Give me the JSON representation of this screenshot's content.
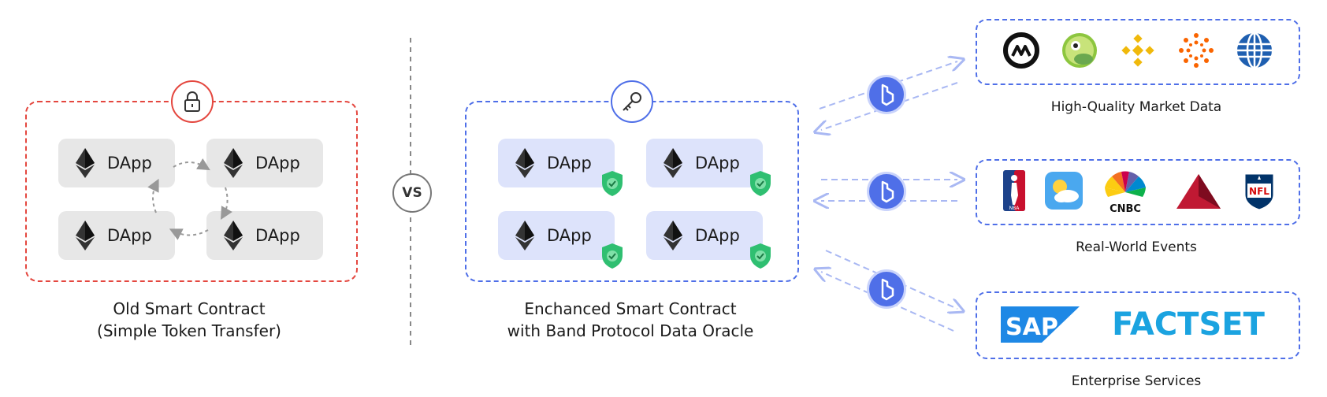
{
  "left_panel": {
    "dapps": [
      "DApp",
      "DApp",
      "DApp",
      "DApp"
    ],
    "caption_line1": "Old Smart Contract",
    "caption_line2": "(Simple Token Transfer)",
    "badge_icon": "padlock-icon"
  },
  "divider": {
    "vs_label": "VS"
  },
  "center_panel": {
    "dapps": [
      "DApp",
      "DApp",
      "DApp",
      "DApp"
    ],
    "caption_line1": "Enchanced Smart Contract",
    "caption_line2": "with Band Protocol Data Oracle",
    "badge_icon": "key-icon"
  },
  "sources": [
    {
      "label": "High-Quality Market Data",
      "logos": [
        "coinmarketcap-logo",
        "coingecko-logo",
        "binance-logo",
        "reuters-logo",
        "globe-logo"
      ]
    },
    {
      "label": "Real-World Events",
      "logos": [
        "nba-logo",
        "weather-logo",
        "cnbc-logo",
        "delta-logo",
        "nfl-logo"
      ]
    },
    {
      "label": "Enterprise Services",
      "logos": [
        "sap-logo",
        "factset-logo"
      ]
    }
  ],
  "logo_text": {
    "cnbc": "CNBC",
    "nfl": "NFL",
    "nba": "NBA",
    "sap": "SAP",
    "factset": "FACTSET"
  },
  "colors": {
    "old_accent": "#e4473f",
    "band_blue": "#4f6fe8",
    "dapp_new_bg": "#dde3fb",
    "dapp_old_bg": "#e7e7e7",
    "shield_green": "#2fbf71"
  }
}
